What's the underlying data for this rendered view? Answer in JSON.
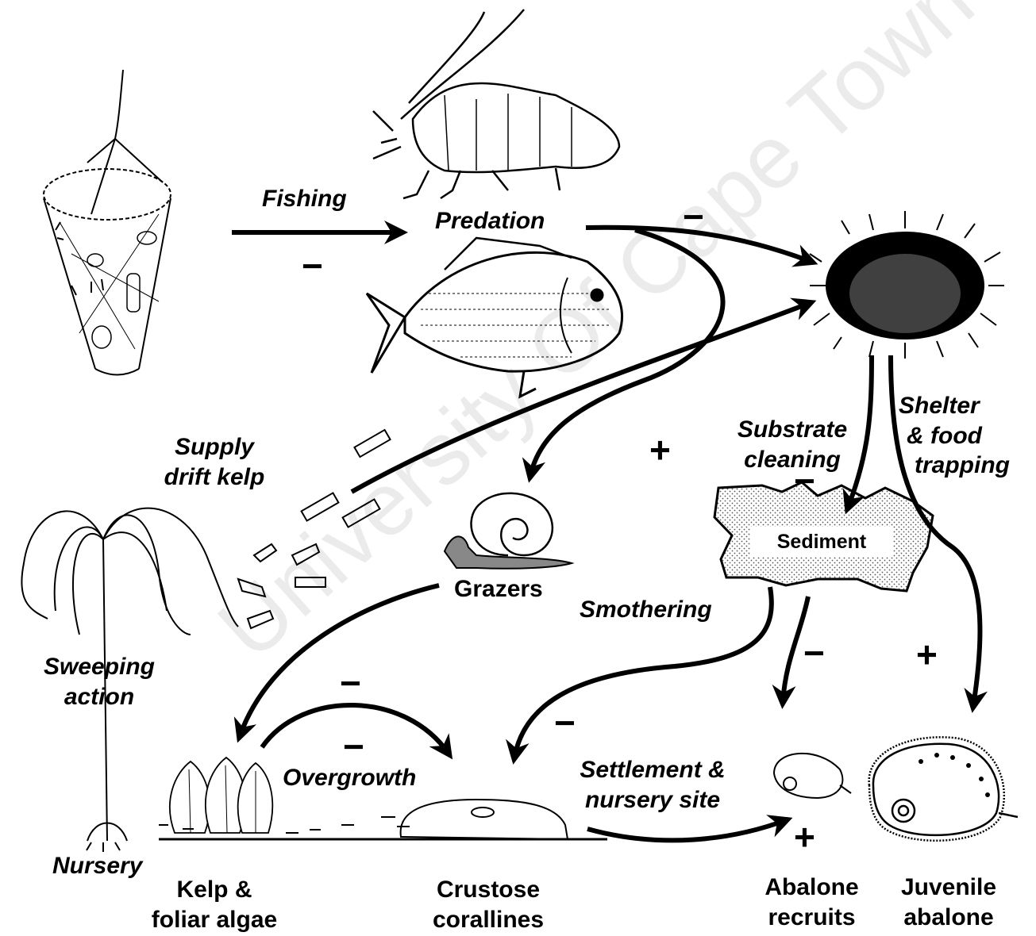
{
  "watermark": "University Of Cape Town",
  "labels": {
    "fishing": "Fishing",
    "predation": "Predation",
    "supply_line1": "Supply",
    "supply_line2": "drift kelp",
    "substrate_line1": "Substrate",
    "substrate_line2": "cleaning",
    "shelter_line1": "Shelter",
    "shelter_line2": "& food",
    "shelter_line3": "trapping",
    "sediment": "Sediment",
    "grazers": "Grazers",
    "smothering": "Smothering",
    "sweeping_line1": "Sweeping",
    "sweeping_line2": "action",
    "overgrowth": "Overgrowth",
    "settlement_line1": "Settlement &",
    "settlement_line2": "nursery site",
    "nursery": "Nursery",
    "kelp_line1": "Kelp &",
    "kelp_line2": "foliar algae",
    "crustose_line1": "Crustose",
    "crustose_line2": "corallines",
    "abalone_recruits_line1": "Abalone",
    "abalone_recruits_line2": "recruits",
    "juvenile_line1": "Juvenile",
    "juvenile_line2": "abalone"
  },
  "signs": {
    "fishing": "−",
    "predation": "−",
    "drift_kelp": "+",
    "substrate": "−",
    "overgrowth_top": "−",
    "overgrowth_bottom": "−",
    "smothering": "−",
    "sediment_recruits": "−",
    "shelter": "+",
    "settlement": "+"
  }
}
